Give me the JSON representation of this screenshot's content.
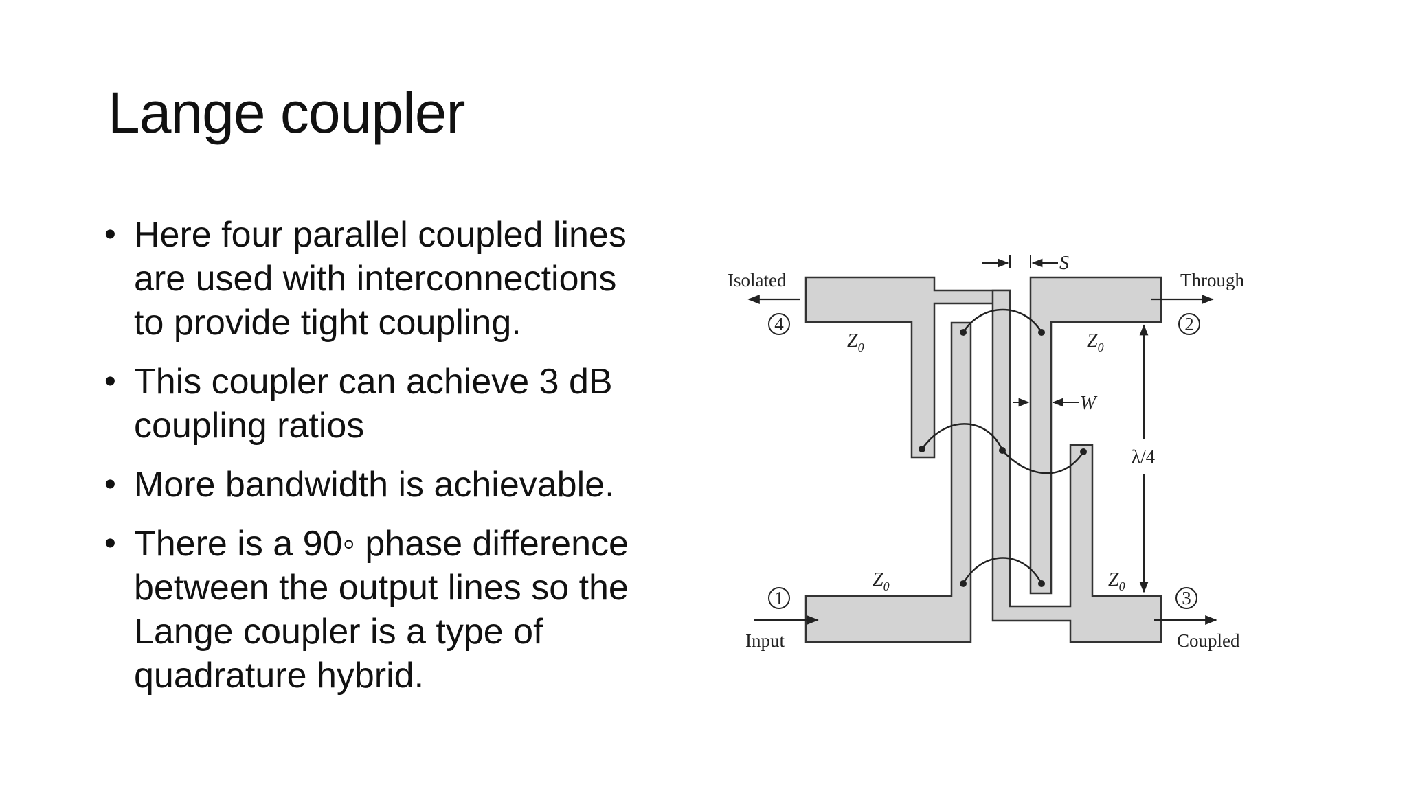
{
  "slide": {
    "title": "Lange coupler",
    "bullets": [
      {
        "line1": "Here four parallel coupled lines",
        "line2": "are used with interconnections",
        "line3": "to provide tight coupling."
      },
      {
        "line1": "This coupler can achieve 3 dB",
        "line2": "coupling ratios"
      },
      {
        "line1": "More bandwidth is achievable."
      },
      {
        "line1": "There is a 90◦ phase difference",
        "line2": "between the output lines so the",
        "line3": "Lange coupler is a type of",
        "line4": "quadrature hybrid."
      }
    ],
    "bullet_symbol": "•"
  },
  "diagram": {
    "ports": {
      "isolated": "Isolated",
      "through": "Through",
      "input": "Input",
      "coupled": "Coupled",
      "p1": "1",
      "p2": "2",
      "p3": "3",
      "p4": "4"
    },
    "impedance": "Z",
    "impedance_sub": "0",
    "spacing_label": "S",
    "width_label": "W",
    "length_label": "λ/4",
    "strip_color": "#d3d3d3",
    "line_color": "#222222"
  }
}
